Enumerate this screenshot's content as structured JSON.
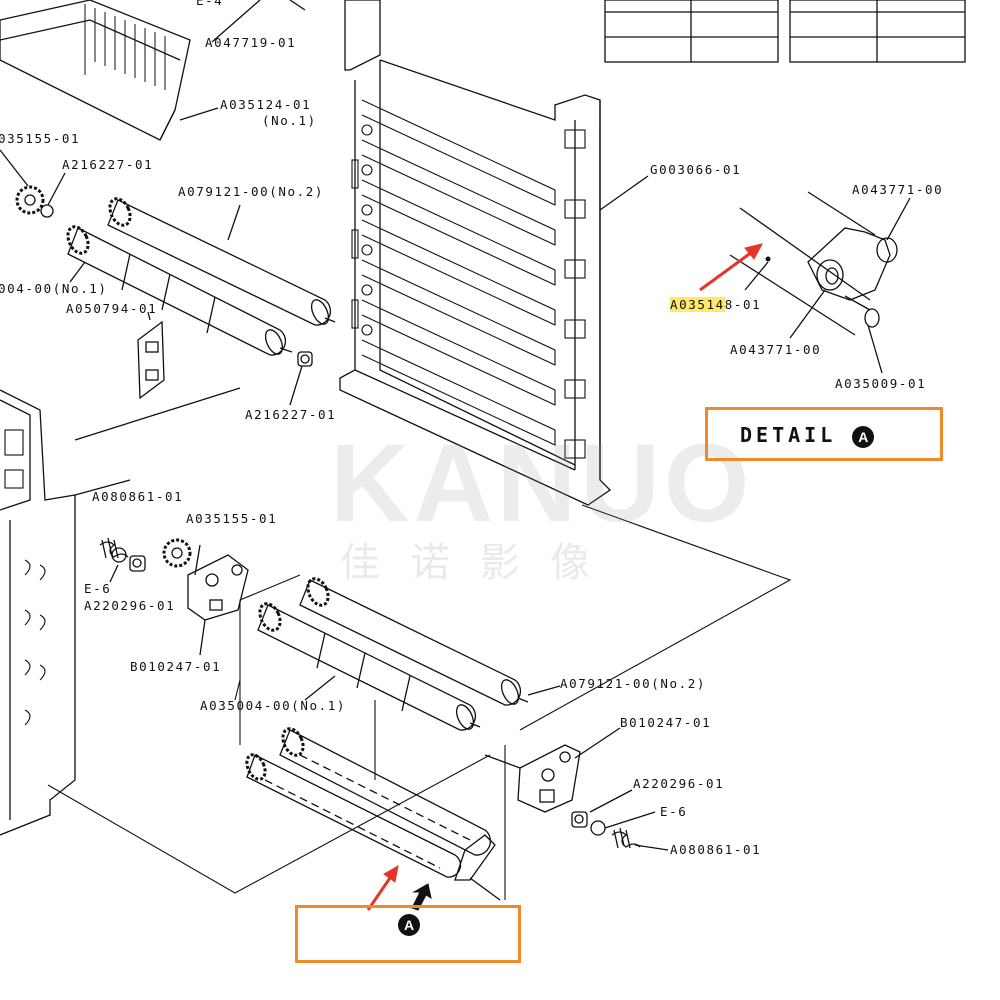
{
  "labels": {
    "a047719": "A047719-01",
    "a035124": "A035124-01",
    "a035124_sub": "(No.1)",
    "a035155_top": "035155-01",
    "a216227_top": "A216227-01",
    "a079121_top": "A079121-00(No.2)",
    "a035004_top": "004-00(No.1)",
    "a050794": "A050794-01",
    "a216227_mid": "A216227-01",
    "g003066": "G003066-01",
    "a043771_top": "A043771-00",
    "a035148_hl": "A03514",
    "a035148_rest": "8-01",
    "a043771_bot": "A043771-00",
    "a035009": "A035009-01",
    "a080861_left": "A080861-01",
    "a035155_mid": "A035155-01",
    "e6_left": "E-6",
    "a220296_left": "A220296-01",
    "b010247_left": "B010247-01",
    "a035004_mid": "A035004-00(No.1)",
    "a079121_mid": "A079121-00(No.2)",
    "b010247_right": "B010247-01",
    "a220296_right": "A220296-01",
    "e6_right": "E-6",
    "a080861_right": "A080861-01",
    "e4_top": "E-4"
  },
  "detail": {
    "title": "DETAIL",
    "badge": "A"
  },
  "callout": {
    "badge": "A"
  },
  "watermark": {
    "text": "KANUO",
    "subtext": "佳诺影像"
  },
  "colors": {
    "highlight": "#ffe866",
    "box_border": "#ef8a2a",
    "arrow": "#e8332a",
    "line": "#111111"
  }
}
